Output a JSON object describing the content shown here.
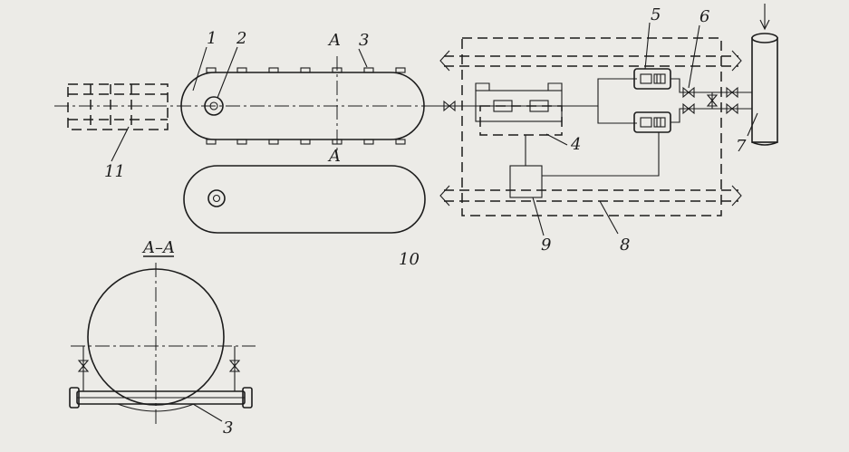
{
  "labels": {
    "n1": "1",
    "n2": "2",
    "n3": "3",
    "n4": "4",
    "n5": "5",
    "n6": "6",
    "n7": "7",
    "n8": "8",
    "n9": "9",
    "n10": "10",
    "n11": "11",
    "section_top": "A",
    "section_bottom": "A",
    "section_title": "A–A",
    "n3_section": "3"
  }
}
